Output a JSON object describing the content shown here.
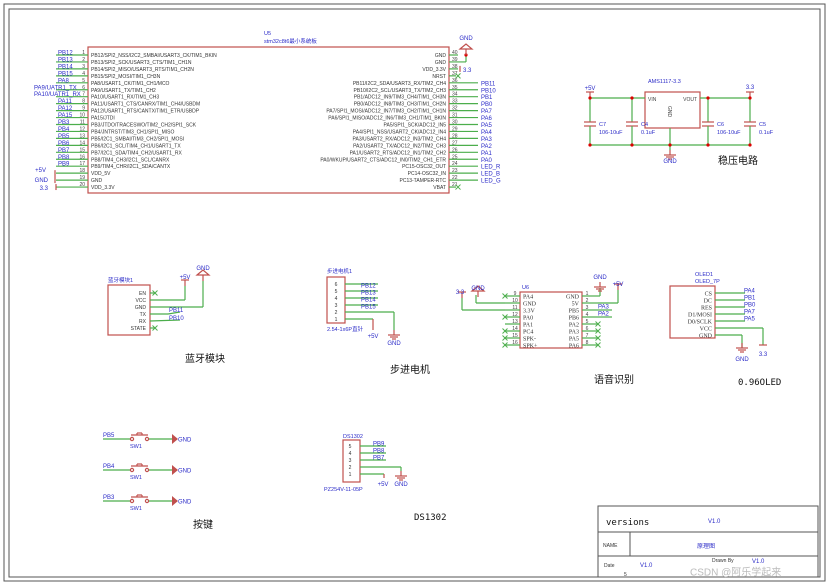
{
  "mcu": {
    "ref": "U5",
    "part": "stm32c8t6最小系统板",
    "left_pins": [
      "PB12/SPI2_NSS/I2C2_SMBAI/USART3_CK/TIM1_BKIN",
      "PB13/SPI2_SCK/USART3_CTS/TIM1_CH1N",
      "PB14/SPI2_MISO/USART3_RTS/TIM1_CH2N",
      "PB15/SPI2_MOSI/TIM1_CH3N",
      "PA8/USART1_CK/TIM1_CH1/MCO",
      "PA9/USART1_TX/TIM1_CH2",
      "PA10/USART1_RX/TIM1_CH3",
      "PA11/USART1_CTS/CANRX/TIM1_CH4/USBDM",
      "PA12/USART1_RTS/CANTX/TIM1_ETR/USBDP",
      "PA15/JTDI",
      "PB3/JTDO/TRACESWO/TIM2_CH2/SPI1_SCK",
      "PB4/JNTRST/TIM3_CH1/SPI1_MISO",
      "PB5/I2C1_SMBAI/TIM3_CH2/SPI1_MOSI",
      "PB6/I2C1_SCL/TIM4_CH1/USART1_TX",
      "PB7/I2C1_SDA/TIM4_CH2/USART1_RX",
      "PB8/TIM4_CH3/I2C1_SCL/CANRX",
      "PB9/TIM4_CHR/I2C1_SDA/CANTX",
      "VDD_5V",
      "GND",
      "VDD_3.3V"
    ],
    "left_nets": [
      "PB12",
      "PB13",
      "PB14",
      "PB15",
      "PA8",
      "PA9/UATR1_TX",
      "PA10/UATR1_RX",
      "PA11",
      "PA12",
      "PA15",
      "PB3",
      "PB4",
      "PB5",
      "PB6",
      "PB7",
      "PB8",
      "PB9",
      "+5V",
      "GND",
      "3.3"
    ],
    "right_pins": [
      "GND",
      "GND",
      "VDD_3.3V",
      "NRST",
      "PB11/I2C2_SDA/USART3_RX/TIM2_CH4",
      "PB10/I2C2_SCL/USART3_TX/TIM2_CH3",
      "PB1/ADC12_IN9/TIM3_CH4/TIM1_CH3N",
      "PB0/ADC12_IN8/TIM3_CH3/TIM1_CH2N",
      "PA7/SPI1_MOSI/ADC12_IN7/TIM3_CH2/TIM1_CH1N",
      "PA6/SPI1_MISO/ADC12_IN6/TIM3_CH1/TIM1_BKIN",
      "PA5/SPI1_SCK/ADC12_IN5",
      "PA4/SPI1_NSS/USART2_CK/ADC12_IN4",
      "PA3/USART2_RX/ADC12_IN3/TIM2_CH4",
      "PA2/USART2_TX/ADC12_IN2/TIM2_CH3",
      "PA1/USART2_RTS/ADC12_IN1/TIM2_CH2",
      "PA0/WKUP/USART2_CTS/ADC12_IN0/TIM2_CH1_ETR",
      "PC15-OSC32_OUT",
      "PC14-OSC32_IN",
      "PC13-TAMPER-RTC",
      "VBAT"
    ],
    "right_nets": [
      "GND",
      "",
      "3.3",
      "",
      "PB11",
      "PB10",
      "PB1",
      "PB0",
      "PA7",
      "PA6",
      "PA5",
      "PA4",
      "PA3",
      "PA2",
      "PA1",
      "PA0",
      "LED_R",
      "LED_B",
      "LED_G",
      ""
    ]
  },
  "regulator": {
    "part": "AMS1117-3.3",
    "pins": {
      "vin": "VIN",
      "vout": "VOUT",
      "gnd": "GND"
    },
    "vin_net": "+5V",
    "vout_net": "3.3",
    "gnd_net": "GND",
    "caps": [
      {
        "ref": "C7",
        "value": "106-10uF"
      },
      {
        "ref": "C4",
        "value": "0.1uF"
      },
      {
        "ref": "C6",
        "value": "106-10uF"
      },
      {
        "ref": "C5",
        "value": "0.1uF"
      }
    ],
    "caption": "稳压电路"
  },
  "bluetooth": {
    "ref": "蓝牙模块1",
    "pins": [
      "EN",
      "VCC",
      "GND",
      "TX",
      "RX",
      "STATE"
    ],
    "nets": {
      "vcc": "+5V",
      "gnd": "GND",
      "tx": "PB11",
      "rx": "PB10"
    },
    "caption": "蓝牙模块"
  },
  "stepper": {
    "ref": "步进电机1",
    "pins": [
      "6",
      "5",
      "4",
      "3",
      "2",
      "1"
    ],
    "nets": [
      "PB12",
      "PB13",
      "PB14",
      "PB15"
    ],
    "part": "2.54-1x6P直针",
    "vcc": "+5V",
    "gnd": "GND",
    "caption": "步进电机"
  },
  "voice": {
    "ref": "U6",
    "left_pins": [
      "PA4",
      "GND",
      "3.3V",
      "PA0",
      "PA1",
      "PC4",
      "SPK-",
      "SPK+"
    ],
    "right_pins": [
      "GND",
      "5V",
      "PB5",
      "PB6",
      "PA2",
      "PA3",
      "PA5",
      "PA6"
    ],
    "nets": {
      "v33": "3.3",
      "gnd_left": "GND",
      "gnd_right": "GND",
      "v5": "+5V",
      "pb5": "PA3",
      "pb6": "PA2"
    },
    "caption": "语音识别"
  },
  "oled": {
    "ref": "OLED1",
    "part": "OLED_7P",
    "pins": [
      "CS",
      "DC",
      "RES",
      "D1/MOSI",
      "D0/SCLK",
      "VCC",
      "GND"
    ],
    "nets": [
      "PA4",
      "PB1",
      "PB0",
      "PA7",
      "PA5"
    ],
    "gnd": "GND",
    "vcc": "3.3",
    "caption": "0.96OLED"
  },
  "buttons": {
    "items": [
      {
        "net": "PB5",
        "ref": "SW1"
      },
      {
        "net": "PB4",
        "ref": "SW1"
      },
      {
        "net": "PB3",
        "ref": "SW1"
      }
    ],
    "gnd": "GND",
    "caption": "按键"
  },
  "ds1302": {
    "ref": "DS1302",
    "pins": [
      "5",
      "4",
      "3",
      "2",
      "1"
    ],
    "nets": [
      "PB9",
      "PB8",
      "PB7"
    ],
    "part": "PZ254V-11-05P",
    "vcc": "+5V",
    "gnd": "GND",
    "caption": "DS1302"
  },
  "title_block": {
    "versions_label": "versions",
    "version": "V1.0",
    "name_label": "NAME",
    "name": "原理图",
    "date_label": "Date",
    "date": "V1.0",
    "drawn_label": "Drawn By",
    "drawn": "V1.0",
    "sheet": "5"
  },
  "watermark": "CSDN @阿乐学起来",
  "colors": {
    "wire": "#4cae4c",
    "body": "#c0504d",
    "net_label": "#2b2bc8"
  }
}
